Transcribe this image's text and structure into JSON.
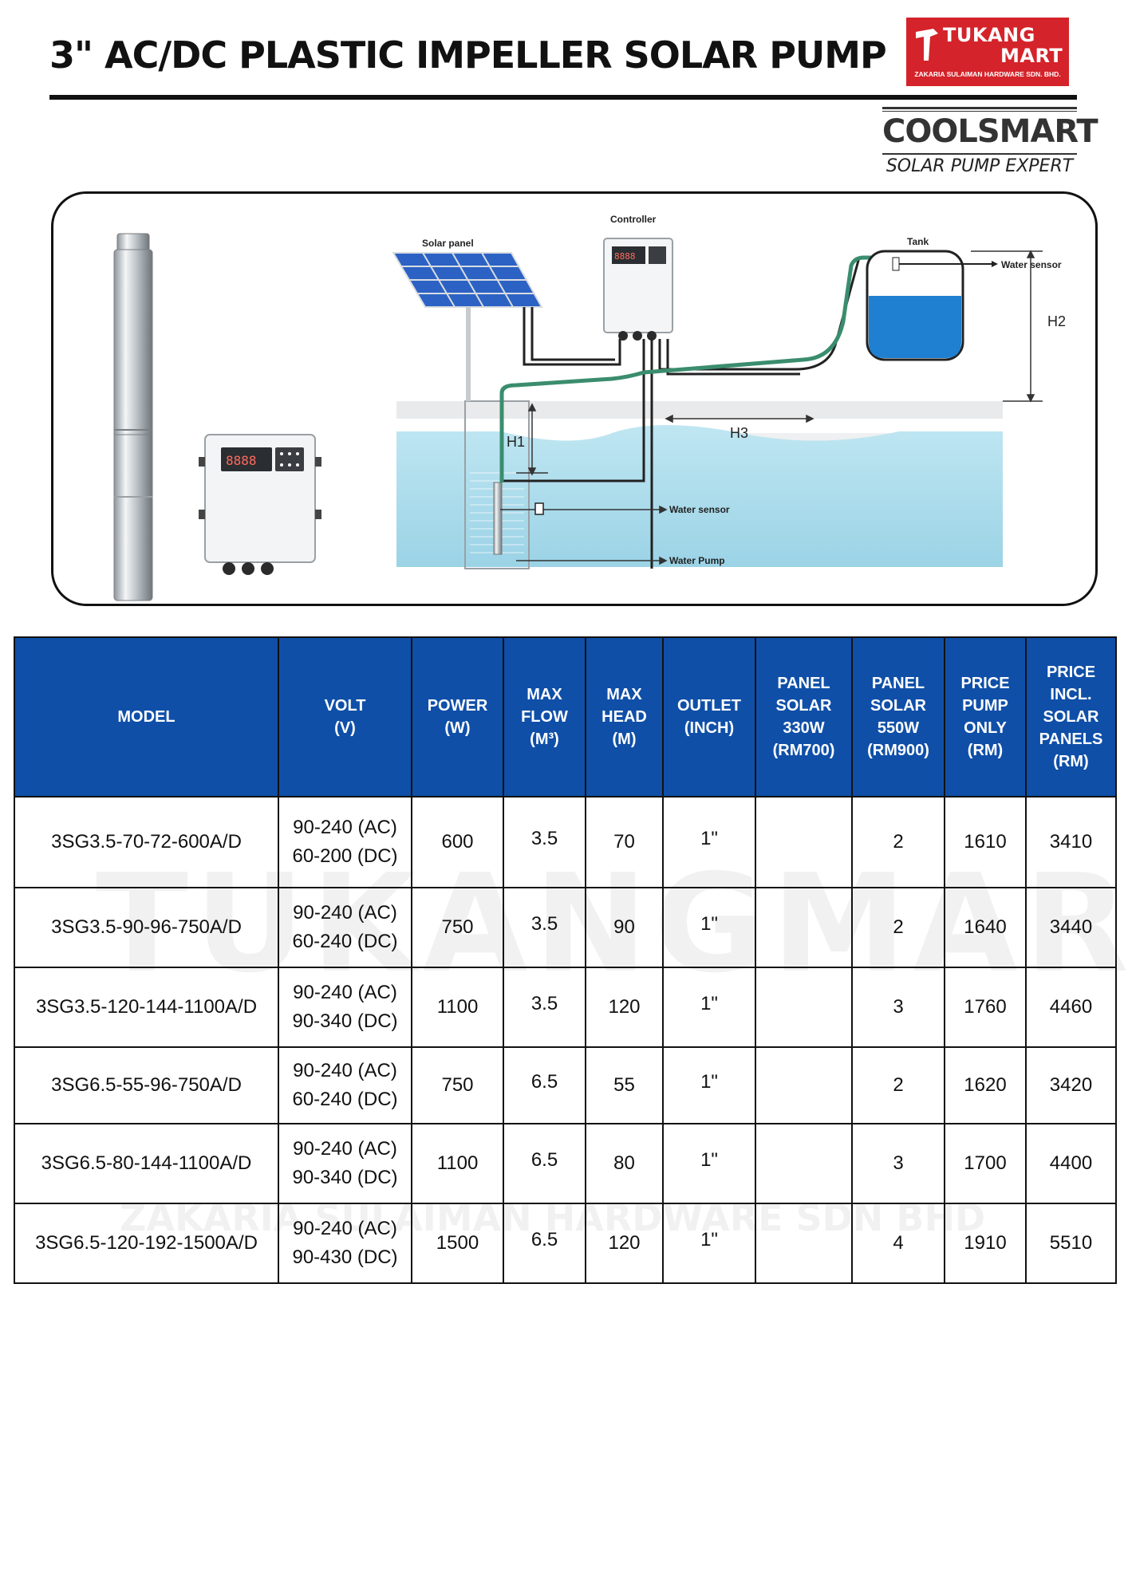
{
  "header": {
    "title": "3\" AC/DC PLASTIC IMPELLER SOLAR PUMP"
  },
  "logo_tukang": {
    "line1": "TUKANG",
    "line2": "MART",
    "subtitle": "ZAKARIA SULAIMAN HARDWARE SDN. BHD."
  },
  "logo_coolsmart": {
    "brand": "COOLSMART",
    "tagline": "SOLAR PUMP EXPERT"
  },
  "diagram": {
    "labels": {
      "controller": "Controller",
      "solar_panel": "Solar panel",
      "tank": "Tank",
      "water_sensor_tank": "Water sensor",
      "h2": "H2",
      "h1": "H1",
      "h3": "H3",
      "water_sensor_well": "Water sensor",
      "water_pump": "Water Pump"
    },
    "display": "8888"
  },
  "table": {
    "headers": [
      [
        "MODEL"
      ],
      [
        "VOLT",
        "(V)"
      ],
      [
        "POWER",
        "(W)"
      ],
      [
        "MAX",
        "FLOW",
        "(M³)"
      ],
      [
        "MAX",
        "HEAD",
        "(M)"
      ],
      [
        "OUTLET",
        "(INCH)"
      ],
      [
        "PANEL",
        "SOLAR",
        "330W",
        "(RM700)"
      ],
      [
        "PANEL",
        "SOLAR",
        "550W",
        "(RM900)"
      ],
      [
        "PRICE",
        "PUMP",
        "ONLY",
        "(RM)"
      ],
      [
        "PRICE",
        "INCL.",
        "SOLAR",
        "PANELS",
        "(RM)"
      ]
    ],
    "rows": [
      {
        "model": "3SG3.5-70-72-600A/D",
        "volt_ac": "90-240 (AC)",
        "volt_dc": "60-200 (DC)",
        "power": "600",
        "flow": "3.5",
        "head": "70",
        "outlet": "1\"",
        "panel330": "",
        "panel550": "2",
        "price_pump": "1610",
        "price_incl": "3410"
      },
      {
        "model": "3SG3.5-90-96-750A/D",
        "volt_ac": "90-240 (AC)",
        "volt_dc": "60-240 (DC)",
        "power": "750",
        "flow": "3.5",
        "head": "90",
        "outlet": "1\"",
        "panel330": "",
        "panel550": "2",
        "price_pump": "1640",
        "price_incl": "3440"
      },
      {
        "model": "3SG3.5-120-144-1100A/D",
        "volt_ac": "90-240 (AC)",
        "volt_dc": "90-340 (DC)",
        "power": "1100",
        "flow": "3.5",
        "head": "120",
        "outlet": "1\"",
        "panel330": "",
        "panel550": "3",
        "price_pump": "1760",
        "price_incl": "4460"
      },
      {
        "model": "3SG6.5-55-96-750A/D",
        "volt_ac": "90-240 (AC)",
        "volt_dc": "60-240 (DC)",
        "power": "750",
        "flow": "6.5",
        "head": "55",
        "outlet": "1\"",
        "panel330": "",
        "panel550": "2",
        "price_pump": "1620",
        "price_incl": "3420"
      },
      {
        "model": "3SG6.5-80-144-1100A/D",
        "volt_ac": "90-240 (AC)",
        "volt_dc": "90-340 (DC)",
        "power": "1100",
        "flow": "6.5",
        "head": "80",
        "outlet": "1\"",
        "panel330": "",
        "panel550": "3",
        "price_pump": "1700",
        "price_incl": "4400"
      },
      {
        "model": "3SG6.5-120-192-1500A/D",
        "volt_ac": "90-240 (AC)",
        "volt_dc": "90-430 (DC)",
        "power": "1500",
        "flow": "6.5",
        "head": "120",
        "outlet": "1\"",
        "panel330": "",
        "panel550": "4",
        "price_pump": "1910",
        "price_incl": "5510"
      }
    ]
  },
  "watermark": {
    "main": "TUKANGMART",
    "sub": "ZAKARIA SULAIMAN HARDWARE SDN BHD"
  },
  "colors": {
    "header_blue": "#0f4fa8",
    "logo_red": "#d4232a",
    "water_blue": "#a6dcec",
    "pipe_green": "#3a8d6e"
  }
}
